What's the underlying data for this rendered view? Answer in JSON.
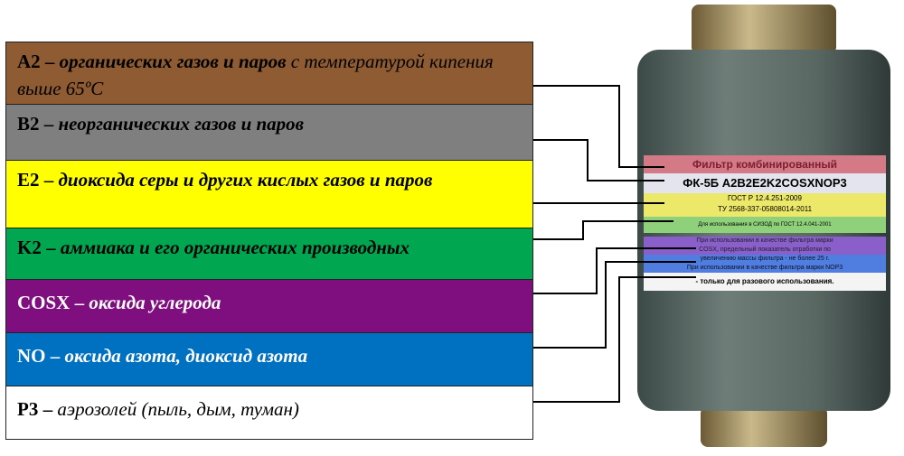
{
  "legend": [
    {
      "code": "A2",
      "dash": " – ",
      "desc": "органических газов и паров",
      "extra": " с температурой кипения выше 65ºC",
      "color": "#8e5b32"
    },
    {
      "code": "B2",
      "dash": " – ",
      "desc": "неорганических газов и паров",
      "extra": "",
      "color": "#7f7f7f"
    },
    {
      "code": "E2",
      "dash": " – ",
      "desc": "диоксида серы и других кислых газов и паров",
      "extra": "",
      "color": "#ffff00"
    },
    {
      "code": "K2",
      "dash": " – ",
      "desc": "аммиака и его органических производных",
      "extra": "",
      "color": "#00a650"
    },
    {
      "code": "COSX",
      "dash": " – ",
      "desc": "оксида углерода",
      "extra": "",
      "color": "#7f0f7f",
      "text_color": "#ffffff"
    },
    {
      "code": "NO",
      "dash": " – ",
      "desc": "оксида азота, диоксид азота",
      "extra": "",
      "color": "#0070c0",
      "text_color": "#ffffff"
    },
    {
      "code": "P3",
      "dash": " – ",
      "desc": "аэрозолей (пыль, дым, туман)",
      "extra": "",
      "color": "#ffffff"
    }
  ],
  "canister": {
    "line1": "Фильтр комбинированный",
    "line2": "ФК-5Б  A2B2E2K2COSXNOP3",
    "line3": "ГОСТ Р 12.4.251-2009",
    "line4": "ТУ 2568-337-05808014-2011",
    "line5": "Для использования в СИЗОД по ГОСТ 12.4.041-2001",
    "line6": "При использовании в качестве фильтра марки",
    "line7": "COSX, предельный показатель отработки по",
    "line8": "увеличению массы фильтра - не более 25 г.",
    "line9": "При использовании в качестве фильтра марки NOP3",
    "line10": "- только для разового использования."
  }
}
